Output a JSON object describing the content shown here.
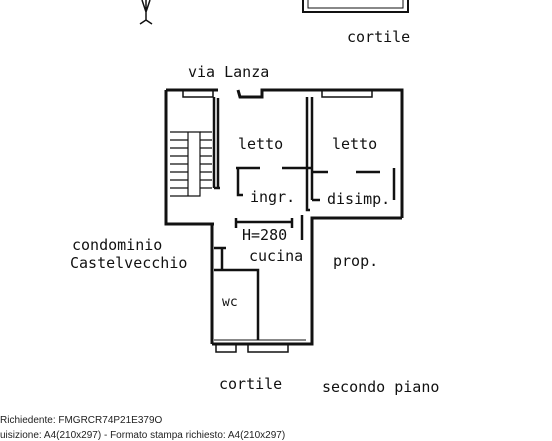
{
  "labels": {
    "cortile_top": "cortile",
    "via": "via Lanza",
    "letto_left": "letto",
    "letto_right": "letto",
    "ingr": "ingr.",
    "disimp": "disimp.",
    "height": "H=280",
    "cucina": "cucina",
    "wc": "wc",
    "condominio": "condominio",
    "castelvecchio": "Castelvecchio",
    "prop": "prop.",
    "cortile_bottom": "cortile",
    "piano": "secondo piano"
  },
  "footer": {
    "line1": "Richiedente: FMGRCR74P21E379O",
    "line2": "uisizione: A4(210x297)  - Formato stampa richiesto: A4(210x297)"
  },
  "colors": {
    "ink": "#111111",
    "watermark": "#cfcfcf"
  }
}
